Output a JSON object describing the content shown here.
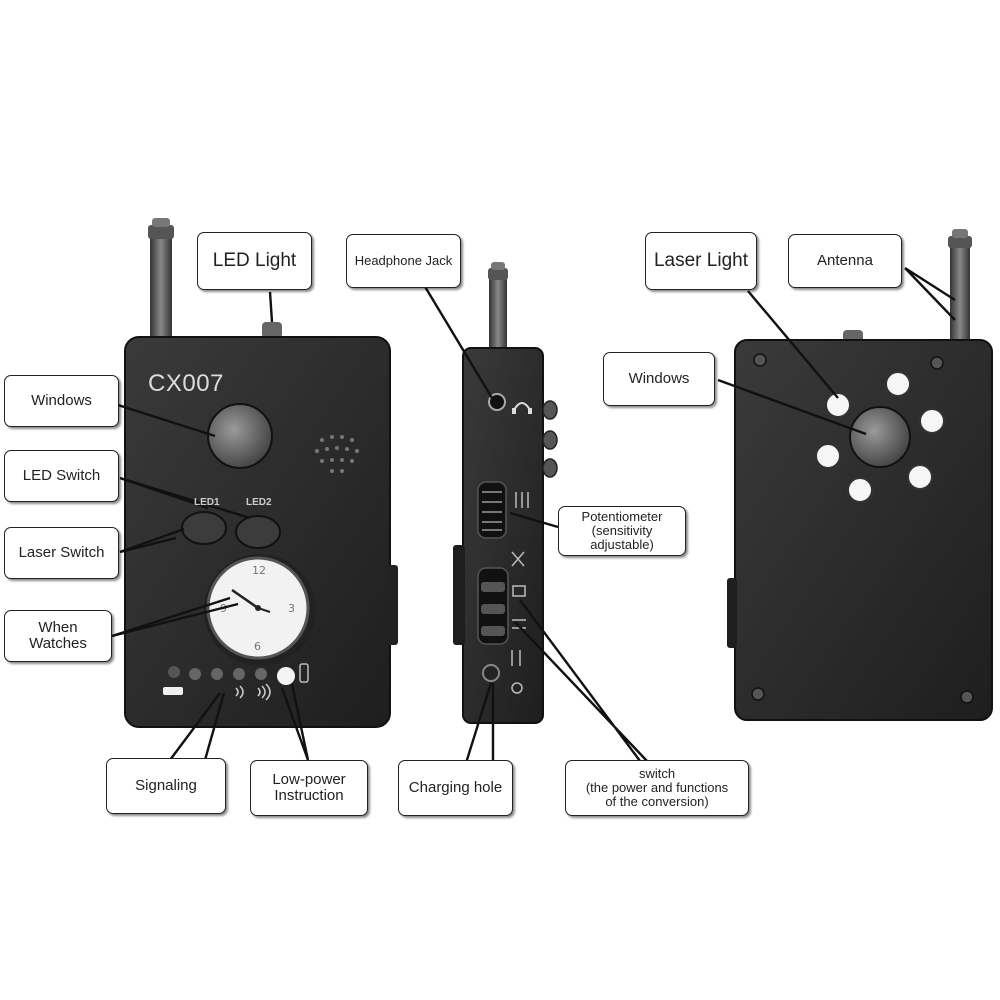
{
  "device": {
    "model": "CX007",
    "led1_label": "LED1",
    "led2_label": "LED2"
  },
  "callouts": {
    "led_light": "LED Light",
    "windows_front": "Windows",
    "led_switch": "LED Switch",
    "laser_switch": "Laser Switch",
    "when_watches": "When Watches",
    "signaling": "Signaling",
    "low_power": [
      "Low-power",
      "Instruction"
    ],
    "headphone_jack": "Headphone Jack",
    "potentiometer": [
      "Potentiometer",
      "(sensitivity adjustable)"
    ],
    "charging_hole": "Charging hole",
    "switch": [
      "switch",
      "(the power and functions",
      "of the conversion)"
    ],
    "laser_light": "Laser Light",
    "antenna": "Antenna",
    "windows_back": "Windows"
  },
  "colors": {
    "device_body": "#2b2b2b",
    "device_edge": "#111111",
    "callout_border": "#222222",
    "leader_line": "#111111"
  }
}
